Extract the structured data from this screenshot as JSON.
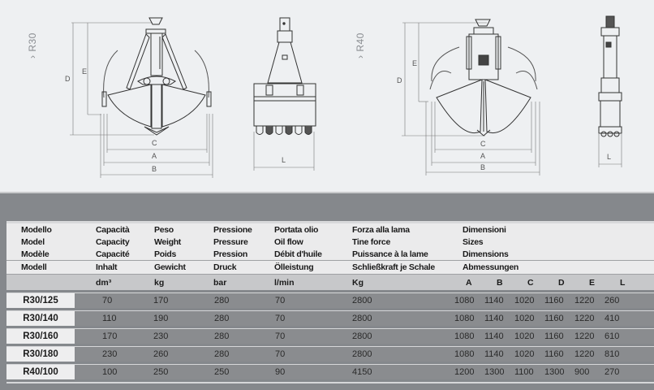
{
  "drawings": {
    "series": [
      {
        "label": "› R30",
        "views": [
          "front",
          "side"
        ]
      },
      {
        "label": "› R40",
        "views": [
          "front",
          "side"
        ]
      }
    ],
    "dimension_labels": {
      "A": "A",
      "B": "B",
      "C": "C",
      "D": "D",
      "E": "E",
      "L": "L"
    }
  },
  "table": {
    "header_rows": [
      [
        "Modello",
        "Capacità",
        "Peso",
        "Pressione",
        "Portata olio",
        "Forza alla lama",
        "Dimensioni"
      ],
      [
        "Model",
        "Capacity",
        "Weight",
        "Pressure",
        "Oil flow",
        "Tine force",
        "Sizes"
      ],
      [
        "Modèle",
        "Capacité",
        "Poids",
        "Pression",
        "Débit d'huile",
        "Puissance à la lame",
        "Dimensions"
      ],
      [
        "Modell",
        "Inhalt",
        "Gewicht",
        "Druck",
        "Ölleistung",
        "Schließkraft je Schale",
        "Abmessungen"
      ]
    ],
    "units": [
      "",
      "dm³",
      "kg",
      "bar",
      "l/min",
      "Kg"
    ],
    "dimension_columns": [
      "A",
      "B",
      "C",
      "D",
      "E",
      "L"
    ],
    "rows": [
      {
        "model": "R30/125",
        "capacity": "70",
        "weight": "170",
        "pressure": "280",
        "oil_flow": "70",
        "tine_force": "2800",
        "dims": [
          "1080",
          "1140",
          "1020",
          "1160",
          "1220",
          "260"
        ]
      },
      {
        "model": "R30/140",
        "capacity": "110",
        "weight": "190",
        "pressure": "280",
        "oil_flow": "70",
        "tine_force": "2800",
        "dims": [
          "1080",
          "1140",
          "1020",
          "1160",
          "1220",
          "410"
        ]
      },
      {
        "model": "R30/160",
        "capacity": "170",
        "weight": "230",
        "pressure": "280",
        "oil_flow": "70",
        "tine_force": "2800",
        "dims": [
          "1080",
          "1140",
          "1020",
          "1160",
          "1220",
          "610"
        ]
      },
      {
        "model": "R30/180",
        "capacity": "230",
        "weight": "260",
        "pressure": "280",
        "oil_flow": "70",
        "tine_force": "2800",
        "dims": [
          "1080",
          "1140",
          "1020",
          "1160",
          "1220",
          "810"
        ]
      },
      {
        "model": "R40/100",
        "capacity": "100",
        "weight": "250",
        "pressure": "250",
        "oil_flow": "90",
        "tine_force": "4150",
        "dims": [
          "1200",
          "1300",
          "1100",
          "1300",
          "900",
          "270"
        ]
      }
    ]
  },
  "colors": {
    "page_bg": "#eef0f2",
    "band": "#85888c",
    "header_bg": "#ebebec",
    "unit_row_bg": "#c7c8ca",
    "data_bg": "#8a8c8f",
    "model_cell_bg": "#eeeeef"
  }
}
